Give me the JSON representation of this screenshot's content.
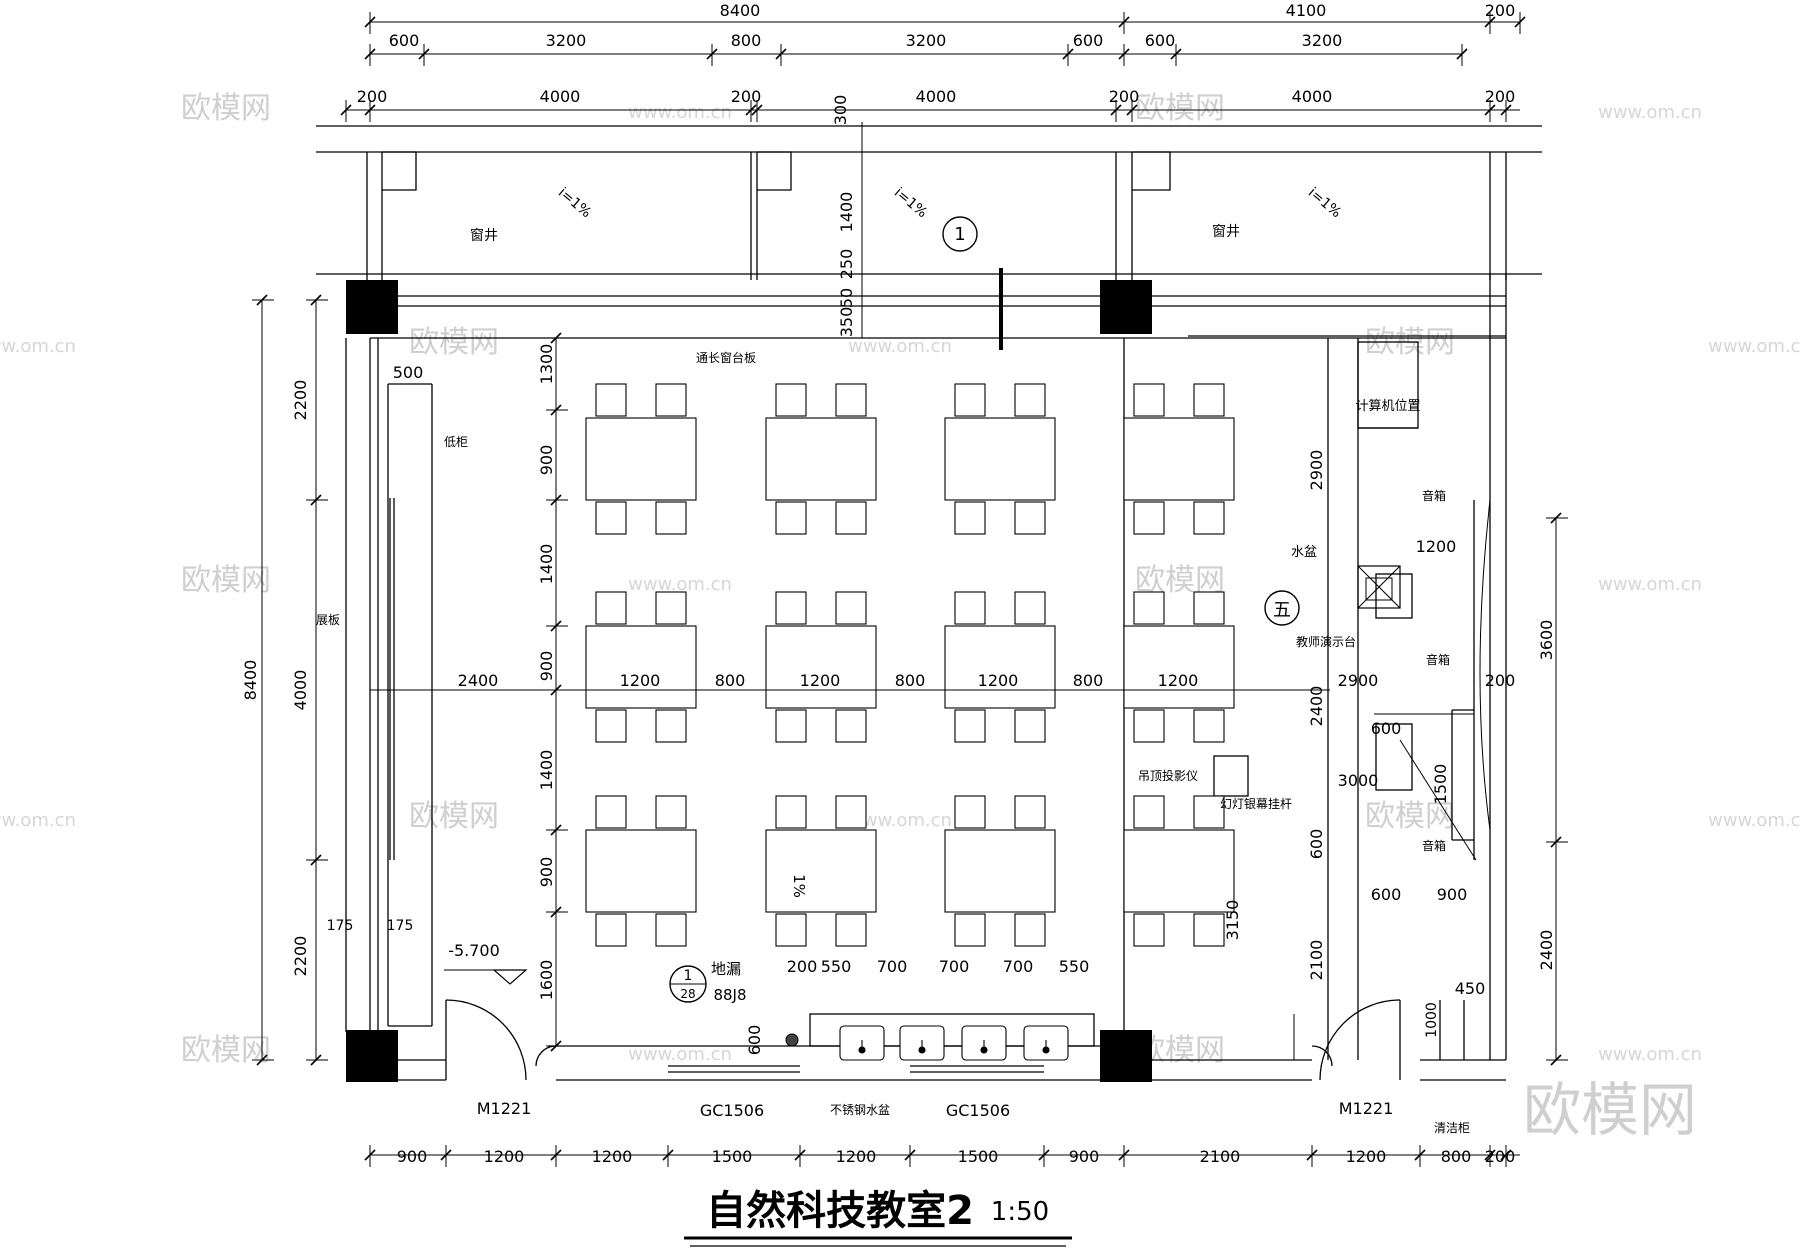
{
  "title": {
    "main": "自然科技教室2",
    "scale": "1:50"
  },
  "watermark": {
    "brand": "欧模网",
    "url": "www.om.cn"
  },
  "dimensions": {
    "top_overall": [
      "8400",
      "4100",
      "200"
    ],
    "top_row1": [
      "600",
      "3200",
      "800",
      "3200",
      "600",
      "600",
      "3200"
    ],
    "top_row2": [
      "200",
      "4000",
      "200",
      "4000",
      "200",
      "4000",
      "200"
    ],
    "top_vertical": [
      "300",
      "1400",
      "250",
      "350",
      "50"
    ],
    "left_outer": "8400",
    "left_inner": [
      "2200",
      "4000",
      "2200"
    ],
    "left_small": "500",
    "left_bottom": [
      "175",
      "175"
    ],
    "col_left": [
      "1300",
      "900",
      "1400",
      "900",
      "1400",
      "900",
      "1600"
    ],
    "mid_row": [
      "2400",
      "1200",
      "800",
      "1200",
      "800",
      "1200",
      "800",
      "1200"
    ],
    "sink_row": [
      "200",
      "550",
      "700",
      "700",
      "700",
      "550"
    ],
    "sink_vertical": "600",
    "right_area": [
      "2900",
      "1200",
      "2900",
      "2400",
      "600",
      "1500",
      "3000",
      "600",
      "600",
      "900",
      "2100",
      "450",
      "1000",
      "200",
      "3150"
    ],
    "right_outer": [
      "3600",
      "2400"
    ],
    "bottom_row": [
      "900",
      "1200",
      "1200",
      "1500",
      "1200",
      "1500",
      "900",
      "2100",
      "1200",
      "800",
      "200"
    ]
  },
  "labels": {
    "window_well": "窗井",
    "slope": "i=1%",
    "window_sill": "通长窗台板",
    "low_cabinet": "低柜",
    "display_board": "展板",
    "computer": "计算机位置",
    "speaker": "音箱",
    "basin": "水盆",
    "teacher_table": "教师演示台",
    "projector": "吊顶投影仪",
    "screen_rod": "幻灯银幕挂杆",
    "floor_drain": "地漏",
    "floor_drain_ref": "88J8",
    "ref_num": "28",
    "ref_circle": "1",
    "room_no": "五",
    "elevation": "-5.700",
    "floor_slope": "1%",
    "door_left": "M1221",
    "door_right": "M1221",
    "window_a": "GC1506",
    "window_b": "GC1506",
    "steel_sink": "不锈钢水盆",
    "clean_cabinet": "清洁柜"
  }
}
